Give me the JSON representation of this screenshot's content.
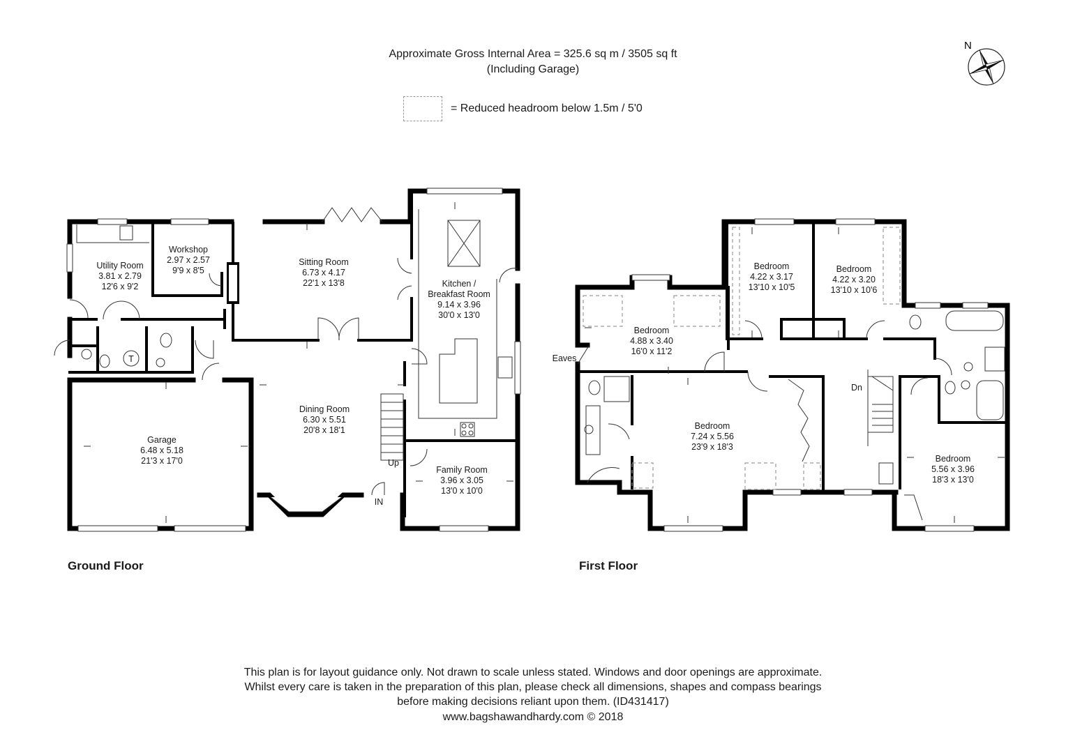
{
  "header": {
    "area_line": "Approximate Gross Internal Area = 325.6 sq m / 3505 sq ft",
    "including_line": "(Including Garage)",
    "legend_text": "= Reduced headroom below 1.5m / 5'0"
  },
  "compass": {
    "label": "N"
  },
  "floors": {
    "ground": {
      "label": "Ground Floor",
      "rooms": [
        {
          "name": "Utility Room",
          "metric": "3.81 x 2.79",
          "imperial": "12'6 x 9'2"
        },
        {
          "name": "Workshop",
          "metric": "2.97 x 2.57",
          "imperial": "9'9 x 8'5"
        },
        {
          "name": "Sitting Room",
          "metric": "6.73 x 4.17",
          "imperial": "22'1 x 13'8"
        },
        {
          "name": "Kitchen /",
          "name2": "Breakfast Room",
          "metric": "9.14 x 3.96",
          "imperial": "30'0 x 13'0"
        },
        {
          "name": "Dining Room",
          "metric": "6.30 x 5.51",
          "imperial": "20'8 x 18'1"
        },
        {
          "name": "Garage",
          "metric": "6.48 x 5.18",
          "imperial": "21'3 x 17'0"
        },
        {
          "name": "Family Room",
          "metric": "3.96 x 3.05",
          "imperial": "13'0 x 10'0"
        }
      ],
      "marks": {
        "tank": "T",
        "up": "Up",
        "entrance": "IN"
      }
    },
    "first": {
      "label": "First Floor",
      "rooms": [
        {
          "name": "Bedroom",
          "metric": "4.88 x 3.40",
          "imperial": "16'0 x 11'2"
        },
        {
          "name": "Bedroom",
          "metric": "4.22 x 3.17",
          "imperial": "13'10 x 10'5"
        },
        {
          "name": "Bedroom",
          "metric": "4.22 x 3.20",
          "imperial": "13'10 x 10'6"
        },
        {
          "name": "Bedroom",
          "metric": "7.24 x 5.56",
          "imperial": "23'9 x 18'3"
        },
        {
          "name": "Bedroom",
          "metric": "5.56 x 3.96",
          "imperial": "18'3 x 13'0"
        }
      ],
      "marks": {
        "eaves": "Eaves",
        "down": "Dn"
      }
    }
  },
  "footer": {
    "line1": "This plan is for layout guidance only. Not drawn to scale unless stated. Windows and door openings are approximate.",
    "line2": "Whilst every care is taken in the preparation of this plan, please check all dimensions, shapes and compass bearings",
    "line3": "before making decisions reliant upon them. (ID431417)",
    "line4": "www.bagshawandhardy.com © 2018"
  }
}
